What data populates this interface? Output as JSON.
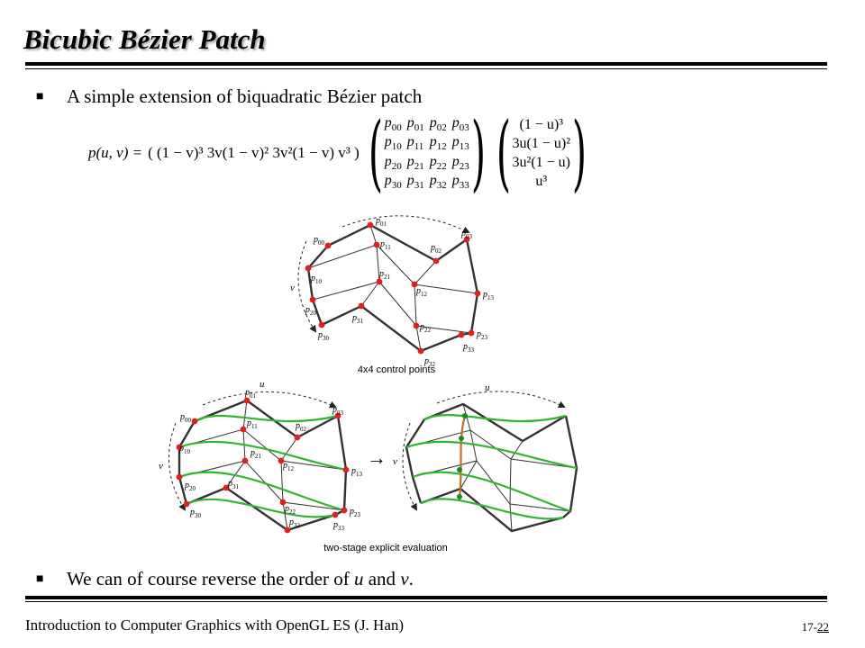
{
  "slide": {
    "title": "Bicubic Bézier Patch",
    "bullet1": "A simple extension of biquadratic Bézier patch",
    "bullet2_pre": "We can of course reverse the order of ",
    "bullet2_u": "u",
    "bullet2_and": " and ",
    "bullet2_v": "v",
    "bullet2_post": ".",
    "bullet_mark": "■"
  },
  "formula": {
    "lhs": "p(u, v) =",
    "row_vector": "( (1 − v)³  3v(1 − v)²  3v²(1 − v)  v³ )",
    "matrix": [
      [
        "p00",
        "p01",
        "p02",
        "p03"
      ],
      [
        "p10",
        "p11",
        "p12",
        "p13"
      ],
      [
        "p20",
        "p21",
        "p22",
        "p23"
      ],
      [
        "p30",
        "p31",
        "p32",
        "p33"
      ]
    ],
    "column_vector": [
      "(1 − u)³",
      "3u(1 − u)²",
      "3u²(1 − u)",
      "u³"
    ]
  },
  "figure": {
    "caption_top": "4x4 control points",
    "caption_bottom": "two-stage explicit evaluation",
    "label_u": "u",
    "label_v": "v",
    "arrow": "→",
    "points": {
      "p00": "p00",
      "p01": "p01",
      "p02": "p02",
      "p03": "p03",
      "p10": "p10",
      "p11": "p11",
      "p12": "p12",
      "p13": "p13",
      "p20": "p20",
      "p21": "p21",
      "p22": "p22",
      "p23": "p23",
      "p30": "p30",
      "p31": "p31",
      "p32": "p32",
      "p33": "p33"
    },
    "colors": {
      "control_point": "#e02020",
      "curve": "#2fb52f",
      "cross_curve": "#c07020",
      "eval_point": "#1a8a1a"
    }
  },
  "footer": {
    "left": "Introduction to Computer Graphics with OpenGL ES (J. Han)",
    "chapter": "17-",
    "page": "22"
  }
}
